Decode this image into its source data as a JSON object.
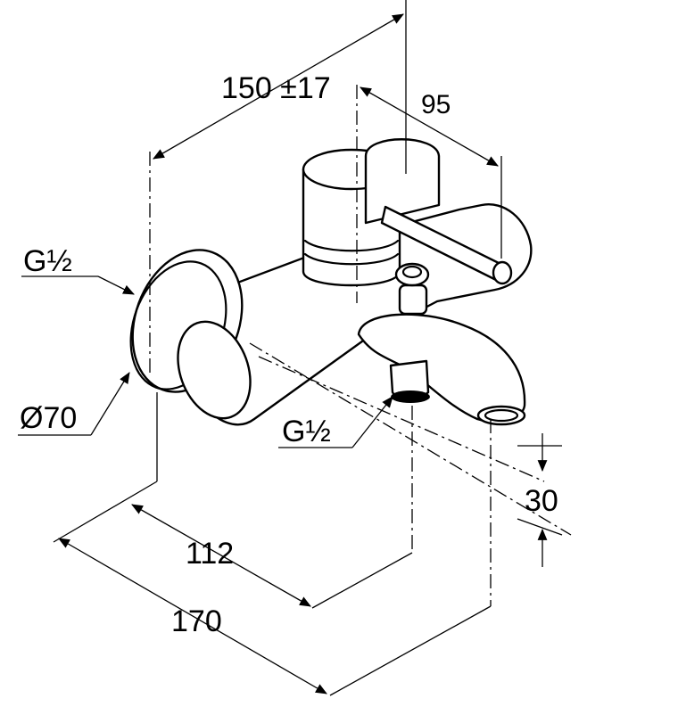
{
  "dimensions": {
    "height_adjust": "150 ±17",
    "outlet_offset": "95",
    "inlet_thread": "G½",
    "escutcheon_diameter": "Ø70",
    "outlet_thread": "G½",
    "spout_drop": "30",
    "outlet_projection": "112",
    "spout_projection": "170"
  }
}
